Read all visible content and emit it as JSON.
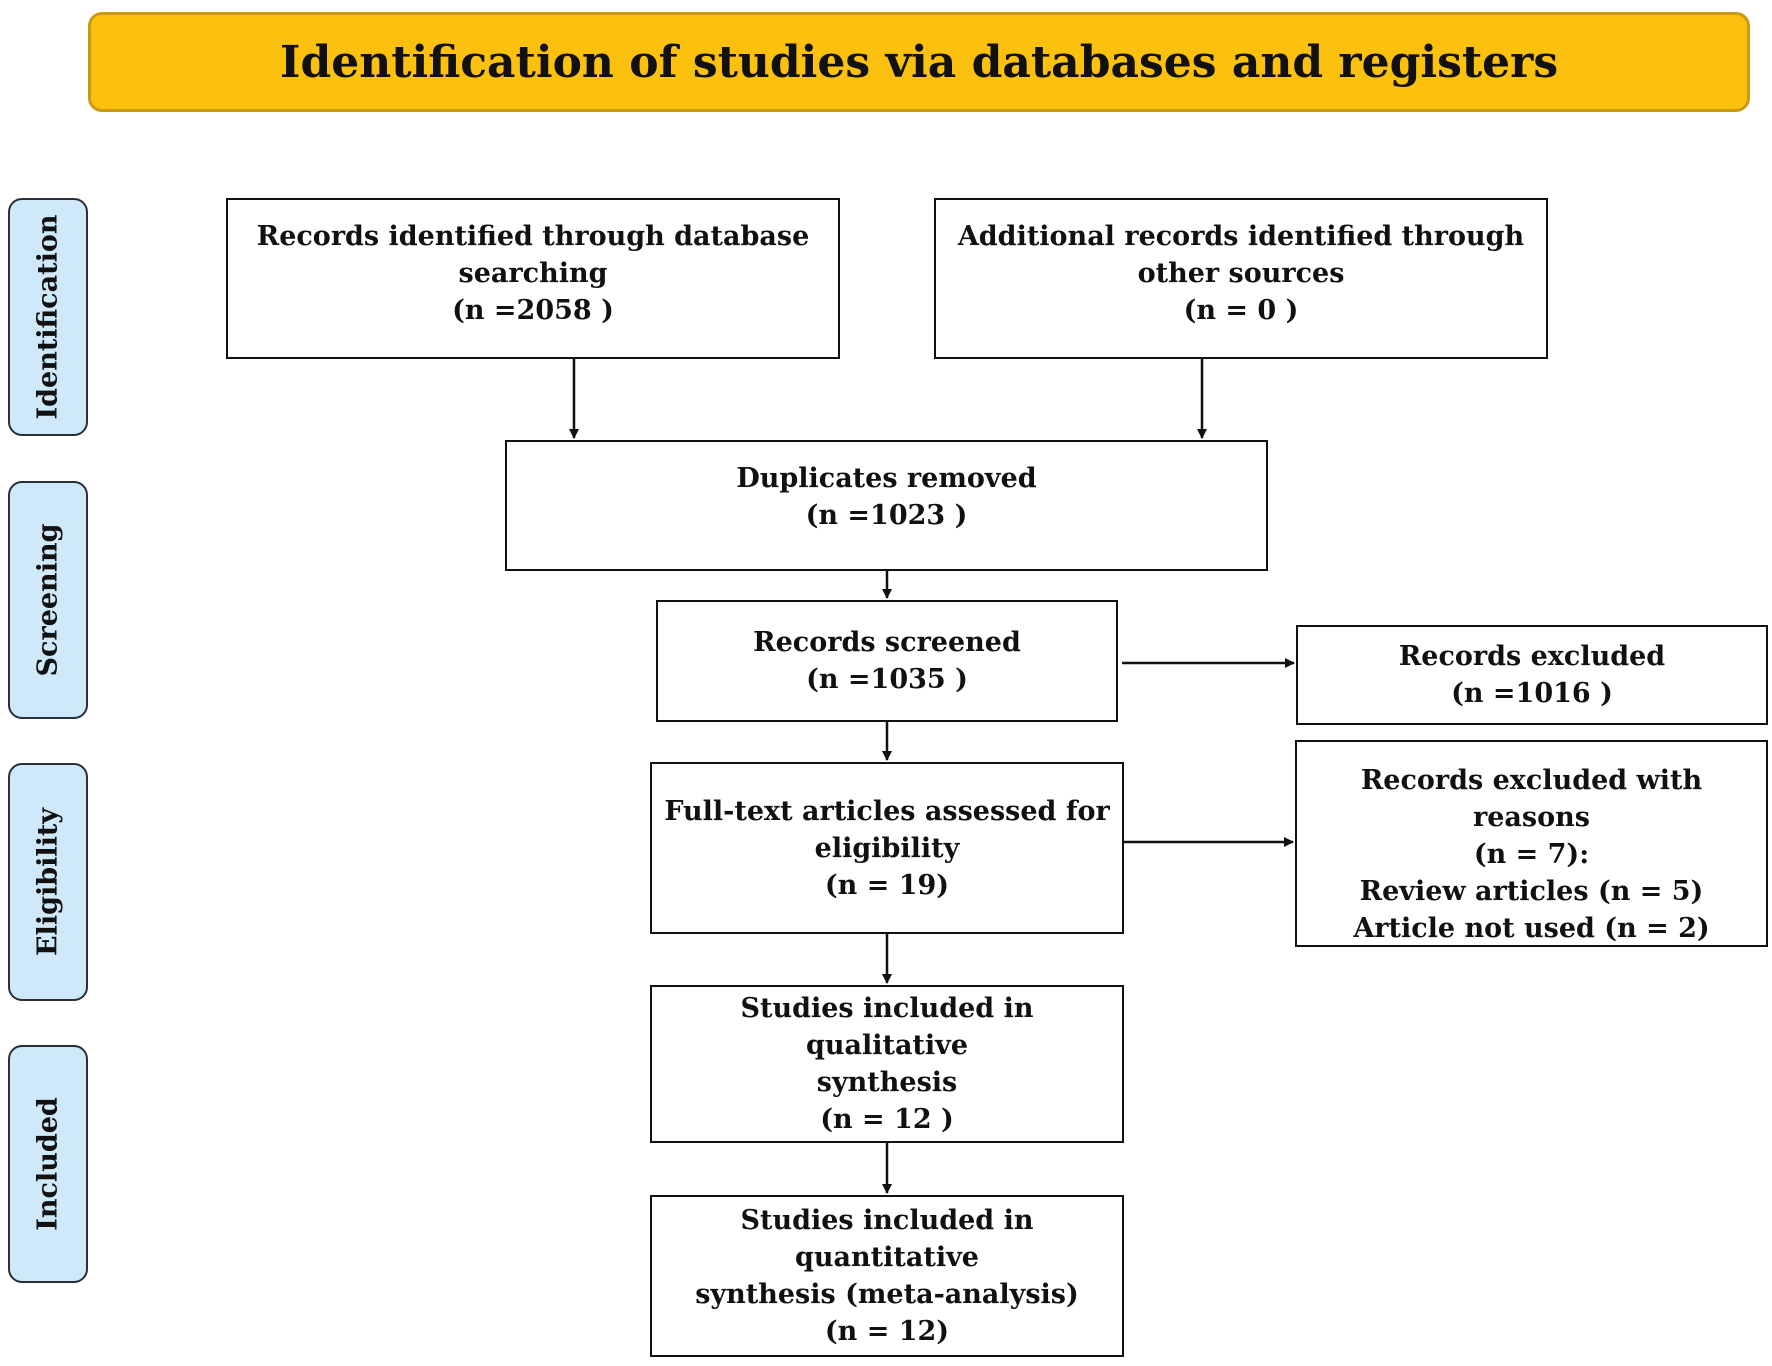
{
  "banner": {
    "title": "Identification of studies via databases and registers"
  },
  "stages": {
    "identification": "Identification",
    "screening": "Screening",
    "eligibility": "Eligibility",
    "included": "Included"
  },
  "boxes": {
    "database": {
      "line1": "Records identified through database",
      "line2": "searching",
      "line3": "(n =2058  )"
    },
    "other_sources": {
      "line1": "Additional records identified through",
      "line2": "other sources",
      "line3": "(n = 0 )"
    },
    "duplicates": {
      "line1": "Duplicates removed",
      "line2": "(n =1023 )"
    },
    "screened": {
      "line1": "Records screened",
      "line2": "(n =1035 )"
    },
    "excluded": {
      "line1": "Records excluded",
      "line2": "(n =1016 )"
    },
    "fulltext": {
      "line1": "Full-text articles assessed for",
      "line2": "eligibility",
      "line3": "(n = 19)"
    },
    "excluded_reasons": {
      "line1": "Records excluded with reasons",
      "line2": "(n = 7):",
      "line3": "Review articles (n = 5)",
      "line4": "Article not used (n = 2)"
    },
    "qualitative": {
      "line1": "Studies included in qualitative",
      "line2": "synthesis",
      "line3": "(n = 12 )"
    },
    "quantitative": {
      "line1": "Studies included in quantitative",
      "line2": "synthesis (meta-analysis)",
      "line3": "(n = 12)"
    }
  }
}
